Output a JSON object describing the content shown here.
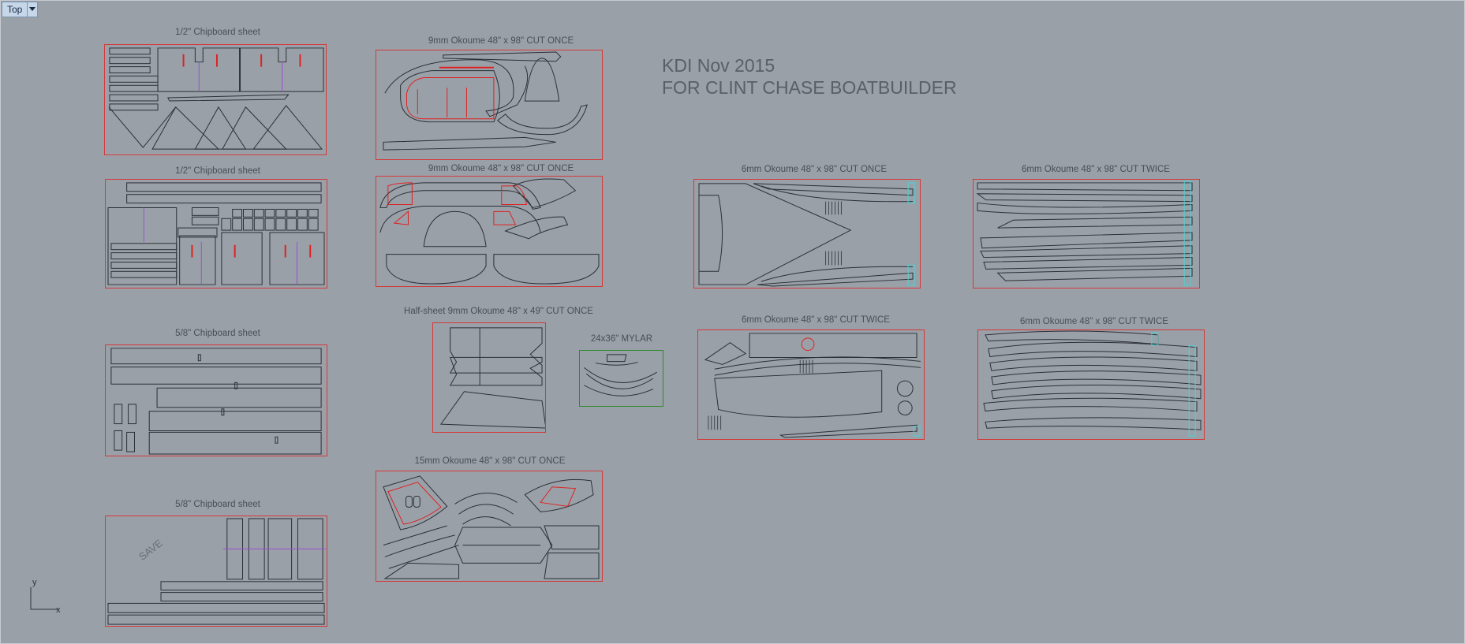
{
  "viewport": {
    "name": "Top",
    "dropdown_icon": "chevron-down-icon"
  },
  "title_block": {
    "line1": "KDI Nov 2015",
    "line2": "FOR CLINT CHASE BOATBUILDER"
  },
  "sheets": [
    {
      "label": "1/2\" Chipboard sheet"
    },
    {
      "label": "1/2\" Chipboard sheet"
    },
    {
      "label": "5/8\" Chipboard sheet"
    },
    {
      "label": "5/8\" Chipboard sheet",
      "note": "SAVE"
    },
    {
      "label": "9mm Okoume 48\" x 98\" CUT ONCE"
    },
    {
      "label": "9mm Okoume 48\" x 98\" CUT ONCE"
    },
    {
      "label": "Half-sheet 9mm Okoume 48\" x 49\" CUT ONCE"
    },
    {
      "label": "24x36\" MYLAR"
    },
    {
      "label": "15mm Okoume 48\" x 98\" CUT ONCE"
    },
    {
      "label": "6mm Okoume 48\" x 98\" CUT ONCE"
    },
    {
      "label": "6mm Okoume 48\" x 98\" CUT TWICE"
    },
    {
      "label": "6mm Okoume 48\" x 98\" CUT TWICE"
    },
    {
      "label": "6mm Okoume 48\" x 98\" CUT TWICE"
    }
  ],
  "axis": {
    "x_label": "x",
    "y_label": "y",
    "icon": "axis-gizmo-icon"
  },
  "colors": {
    "background": "#9aa0a8",
    "sheet_border": "#d43a3a",
    "mylar_border": "#2e8a2e",
    "part_outline": "#2b2f36",
    "highlight": "#e02020",
    "grain_line": "#9b4dd6",
    "label_tag": "#45d6d6"
  }
}
